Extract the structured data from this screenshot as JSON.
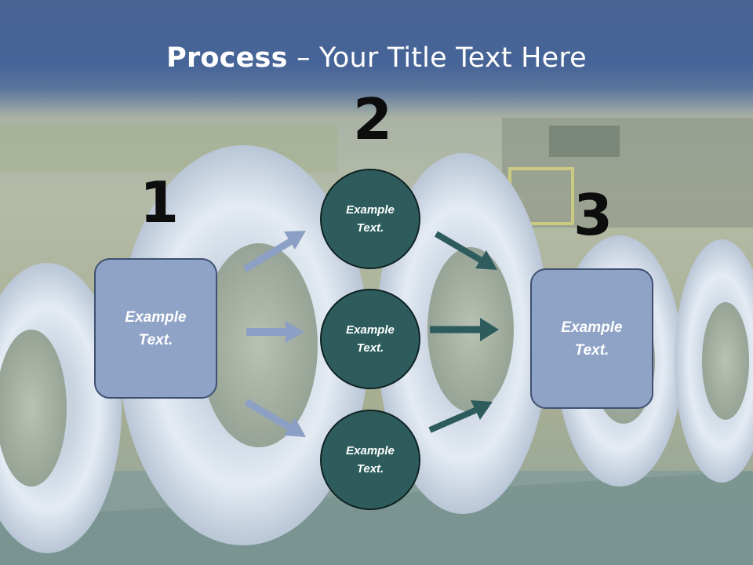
{
  "title": {
    "bold": "Process",
    "rest": " – Your Title Text Here"
  },
  "steps": [
    {
      "number": "1",
      "text": "Example Text."
    },
    {
      "number": "2",
      "items": [
        {
          "text": "Example Text."
        },
        {
          "text": "Example Text."
        },
        {
          "text": "Example Text."
        }
      ]
    },
    {
      "number": "3",
      "text": "Example Text."
    }
  ],
  "colors": {
    "header": "#466497",
    "box_fill": "#8fa3c6",
    "circle_fill": "#2e5c5c",
    "arrow_light": "#8ba0c4",
    "arrow_dark": "#2e5c5c"
  }
}
